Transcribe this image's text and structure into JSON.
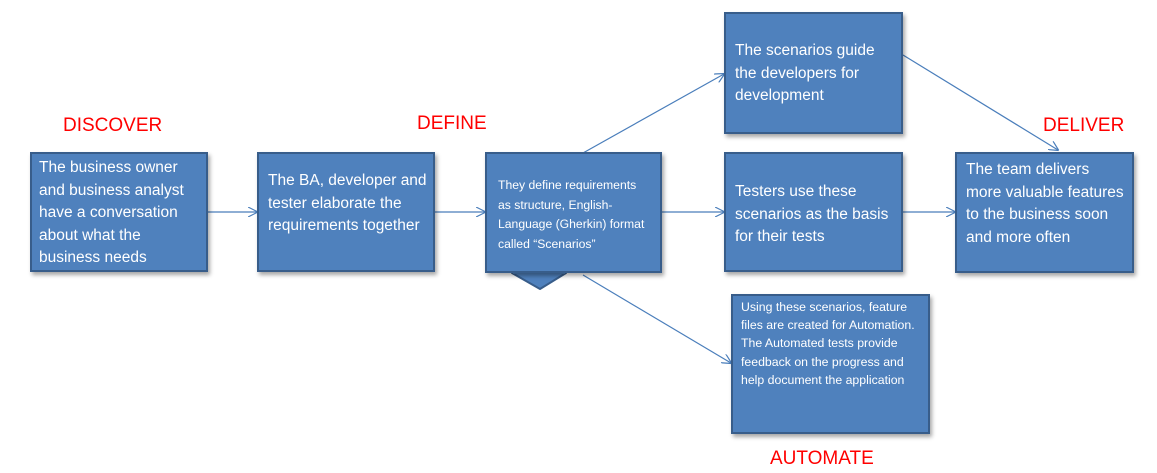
{
  "colors": {
    "box_fill": "#4f81bd",
    "box_border": "#385d8a",
    "phase_label": "#ff0000",
    "arrow": "#4a7ebb"
  },
  "phases": {
    "discover": "DISCOVER",
    "define": "DEFINE",
    "deliver": "DELIVER",
    "automate": "AUTOMATE"
  },
  "boxes": {
    "conversation": "The business owner and business analyst have a conversation about what the business needs",
    "elaborate": "The BA, developer and tester elaborate the requirements together",
    "define_requirements": "They define requirements as structure, English-Language (Gherkin) format called “Scenarios”",
    "guide_developers": "The scenarios guide the developers for development",
    "testers": "Testers use these scenarios as the basis for their tests",
    "automation": "Using these scenarios, feature files are created for Automation.  The Automated tests provide feedback on the progress and help document the application",
    "deliver": "The team delivers more valuable features to the business soon and more often"
  }
}
